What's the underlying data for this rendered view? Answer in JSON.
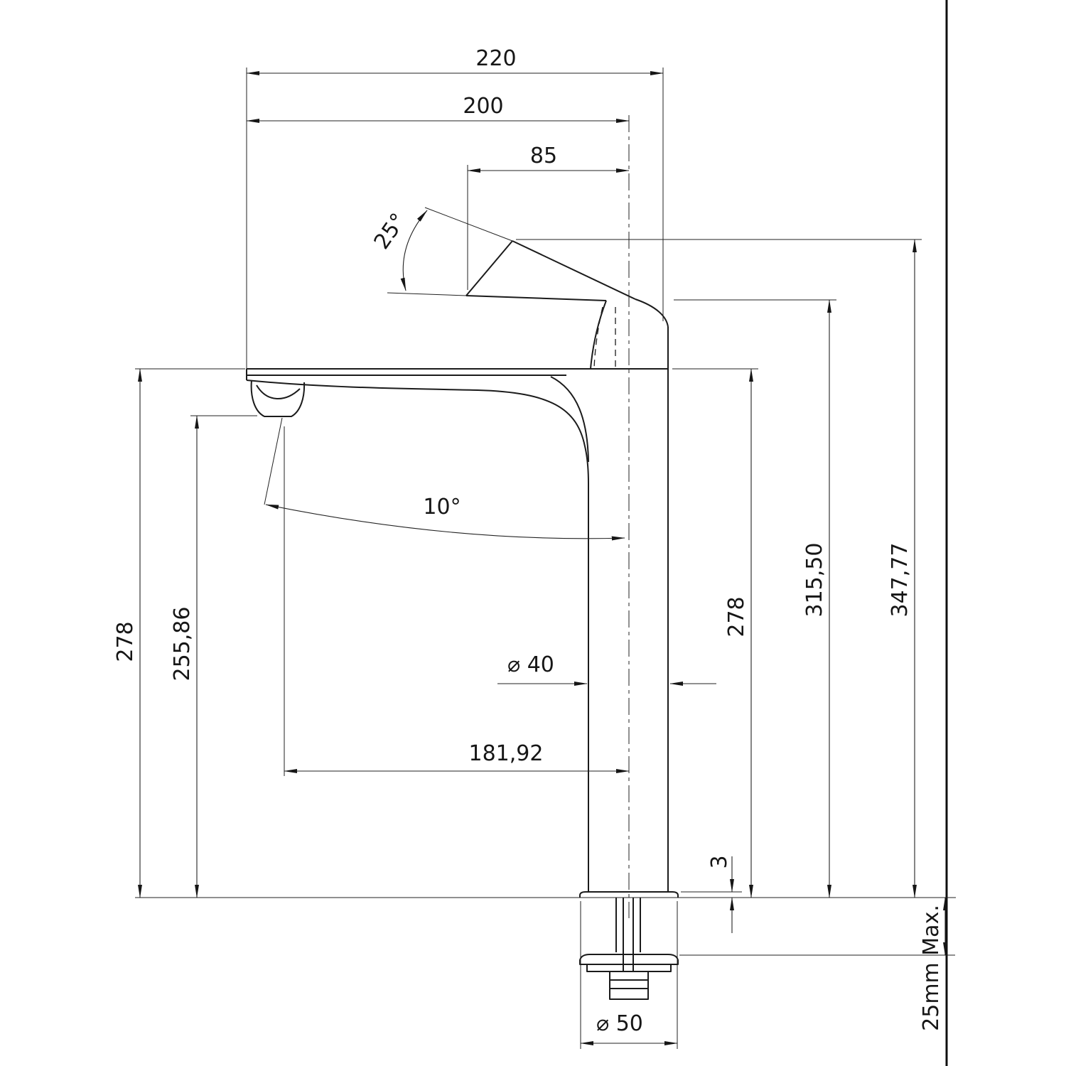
{
  "colors": {
    "line": "#1b1b1b",
    "background": "#ffffff"
  },
  "drawing": {
    "dimensions": {
      "overall_width": "220",
      "spout_reach": "200",
      "handle_length": "85",
      "handle_angle": "25°",
      "spout_angle": "10°",
      "left_height": "278",
      "spout_outlet_height": "255,86",
      "deck_to_top_height": "278",
      "handle_height": "315,50",
      "overall_height": "347,77",
      "body_diameter": "⌀ 40",
      "outlet_horizontal_reach": "181,92",
      "base_plate_thickness": "3",
      "max_mounting_thickness": "25mm Max.",
      "base_diameter": "⌀ 50"
    }
  }
}
